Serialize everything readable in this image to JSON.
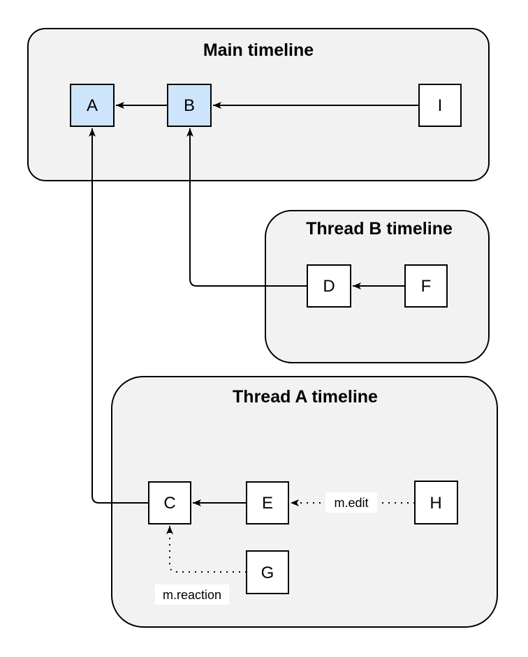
{
  "diagram": {
    "type": "event-relation-graph",
    "containers": [
      {
        "title": "Main timeline"
      },
      {
        "title": "Thread B timeline"
      },
      {
        "title": "Thread A timeline"
      }
    ],
    "nodes": [
      {
        "label": "A",
        "container": "Main timeline",
        "highlighted": true
      },
      {
        "label": "B",
        "container": "Main timeline",
        "highlighted": true
      },
      {
        "label": "I",
        "container": "Main timeline",
        "highlighted": false
      },
      {
        "label": "D",
        "container": "Thread B timeline",
        "highlighted": false
      },
      {
        "label": "F",
        "container": "Thread B timeline",
        "highlighted": false
      },
      {
        "label": "C",
        "container": "Thread A timeline",
        "highlighted": false
      },
      {
        "label": "E",
        "container": "Thread A timeline",
        "highlighted": false
      },
      {
        "label": "H",
        "container": "Thread A timeline",
        "highlighted": false
      },
      {
        "label": "G",
        "container": "Thread A timeline",
        "highlighted": false
      }
    ],
    "edges": [
      {
        "from": "B",
        "to": "A",
        "style": "solid",
        "label": ""
      },
      {
        "from": "I",
        "to": "B",
        "style": "solid",
        "label": ""
      },
      {
        "from": "F",
        "to": "D",
        "style": "solid",
        "label": ""
      },
      {
        "from": "D",
        "to": "B",
        "style": "solid",
        "label": ""
      },
      {
        "from": "C",
        "to": "A",
        "style": "solid",
        "label": ""
      },
      {
        "from": "E",
        "to": "C",
        "style": "solid",
        "label": ""
      },
      {
        "from": "H",
        "to": "E",
        "style": "dotted",
        "label": "m.edit"
      },
      {
        "from": "G",
        "to": "C",
        "style": "dotted",
        "label": "m.reaction"
      }
    ],
    "colors": {
      "container_fill": "#f2f2f2",
      "node_fill": "#ffffff",
      "highlight_fill": "#cde5fb",
      "border": "#000000",
      "label_bg": "#ffffff"
    }
  }
}
